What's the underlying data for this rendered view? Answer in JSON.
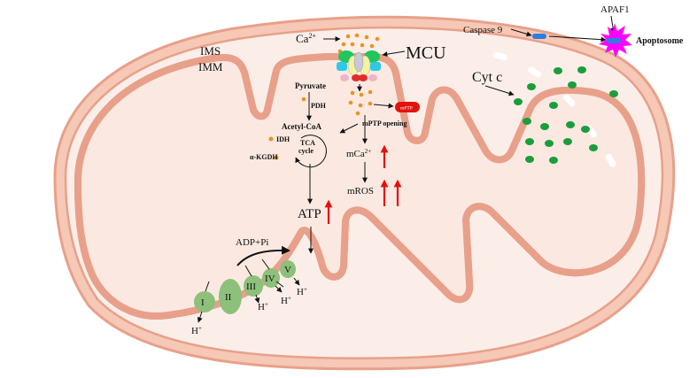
{
  "labels": {
    "ims": "IMS",
    "imm": "IMM",
    "ca": "Ca",
    "ca_sup": "2+",
    "mcu": "MCU",
    "cytc": "Cyt c",
    "caspase9": "Caspase 9",
    "apaf1": "APAF1",
    "apoptosome": "Apoptosome",
    "pyruvate": "Pyruvate",
    "pdh": "PDH",
    "acetylcoa": "Acetyl-CoA",
    "idh": "IDH",
    "tca": "TCA",
    "cycle": "cycle",
    "akgdh": "α-KGDH",
    "mptp_opening": "mPTP opening",
    "mptp": "mPTP",
    "mca": "mCa",
    "mca_sup": "2+",
    "mros": "mROS",
    "atp": "ATP",
    "adppi": "ADP+Pi",
    "c1": "I",
    "c2": "II",
    "c3": "III",
    "c4": "IV",
    "c5": "V",
    "h": "H",
    "h_sup": "+"
  },
  "colors": {
    "membrane": "#e8a08a",
    "matrix": "#fbeee8",
    "cristae_fill": "#f7d9cc",
    "complex": "#8dc07a",
    "cytc_dot": "#1a9e3c",
    "up_arrow": "#e3120b",
    "apoptosome": "#ff00ff",
    "caspase": "#2e7de0",
    "ca_dot": "#e8941c",
    "mptp": "#e3120b"
  }
}
